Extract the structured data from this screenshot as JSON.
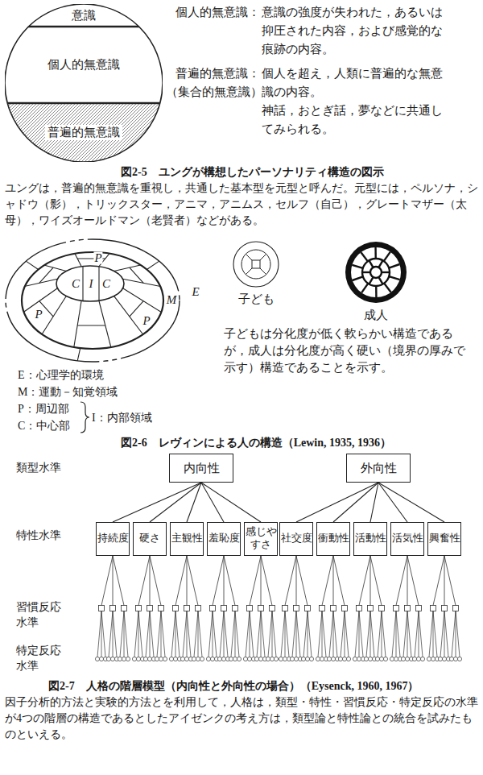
{
  "diagram": {
    "nodes": [
      {
        "text": [
          "意識"
        ]
      },
      {
        "text": [
          "個人的無意識"
        ]
      },
      {
        "text": [
          "普遍的無意識"
        ]
      },
      {
        "text": [
          "子ども"
        ]
      },
      {
        "text": [
          "成人"
        ]
      },
      {
        "text": [
          "内向性"
        ]
      },
      {
        "text": [
          "外向性"
        ]
      },
      {
        "text": [
          "持続度"
        ]
      },
      {
        "text": [
          "硬さ"
        ]
      },
      {
        "text": [
          "主観性"
        ]
      },
      {
        "text": [
          "羞恥度"
        ]
      },
      {
        "text": [
          "感じやすさ"
        ]
      },
      {
        "text": [
          "社交度"
        ]
      },
      {
        "text": [
          "衝動性"
        ]
      },
      {
        "text": [
          "活動性"
        ]
      },
      {
        "text": [
          "活気性"
        ]
      },
      {
        "text": [
          "興奮性"
        ]
      }
    ],
    "edges": [
      {
        "from": 5,
        "to": 7,
        "arrow": "none"
      },
      {
        "from": 5,
        "to": 8,
        "arrow": "none"
      },
      {
        "from": 5,
        "to": 9,
        "arrow": "none"
      },
      {
        "from": 5,
        "to": 10,
        "arrow": "none"
      },
      {
        "from": 5,
        "to": 11,
        "arrow": "none"
      },
      {
        "from": 6,
        "to": 12,
        "arrow": "none"
      },
      {
        "from": 6,
        "to": 13,
        "arrow": "none"
      },
      {
        "from": 6,
        "to": 14,
        "arrow": "none"
      },
      {
        "from": 6,
        "to": 15,
        "arrow": "none"
      },
      {
        "from": 6,
        "to": 16,
        "arrow": "none"
      }
    ],
    "labels": [
      "個人的無意識：",
      "意識の強度が失われた，あるいは抑圧された内容，および感覚的な痕跡の内容。",
      "普遍的無意識：",
      "（集合的無意識）",
      "個人を超え，人類に普遍的な無意識の内容。",
      "神話，おとぎ話，夢などに共通してみられる。",
      "図2-5　ユングが構想したパーソナリティ構造の図示",
      "ユングは，普遍的無意識を重視し，共通した基本型を元型と呼んだ。元型には，ペルソナ，シャドウ（影），トリックスター，アニマ，アニムス，セルフ（自己），グレートマザー（太母），ワイズオールドマン（老賢者）などがある。",
      "E",
      "M",
      "P",
      "C",
      "I",
      "C",
      "P",
      "P",
      "E：心理学的環境",
      "M：運動－知覚領域",
      "P：周辺部",
      "C：中心部",
      "I：内部領域",
      "子どもは分化度が低く軟らかい構造であるが，成人は分化度が高く硬い（境界の厚みで示す）構造であることを示す。",
      "図2-6　レヴィンによる人の構造（Lewin, 1935, 1936）",
      "類型水準",
      "特性水準",
      "習慣反応水準",
      "特定反応水準",
      "図2-7　人格の階層模型（内向性と外向性の場合）（Eysenck, 1960, 1967）",
      "因子分析的方法と実験的方法とを利用して，人格は，類型・特性・習慣反応・特定反応の水準が4つの階層の構造であるとしたアイゼンクの考え方は，類型論と特性論との統合を試みたものといえる。"
    ]
  }
}
